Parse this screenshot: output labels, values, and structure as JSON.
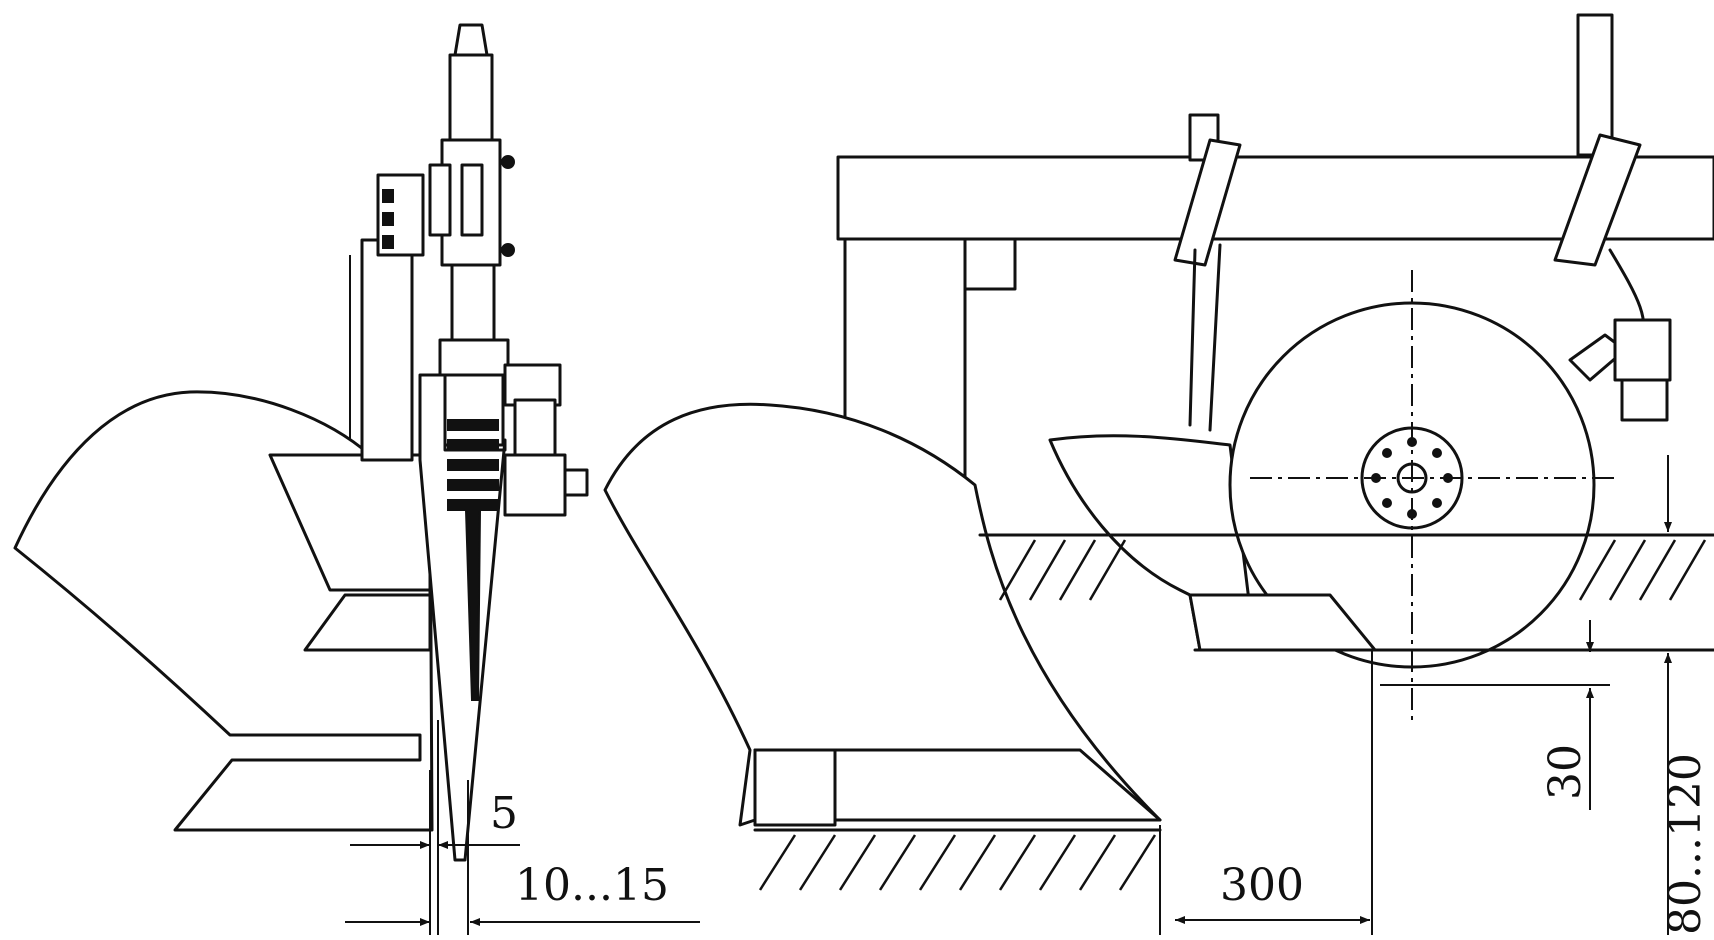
{
  "dimensions": {
    "offset_5": "5",
    "range_10_15": "10...15",
    "distance_300": "300",
    "depth_30": "30",
    "depth_80_120": "80...120"
  }
}
